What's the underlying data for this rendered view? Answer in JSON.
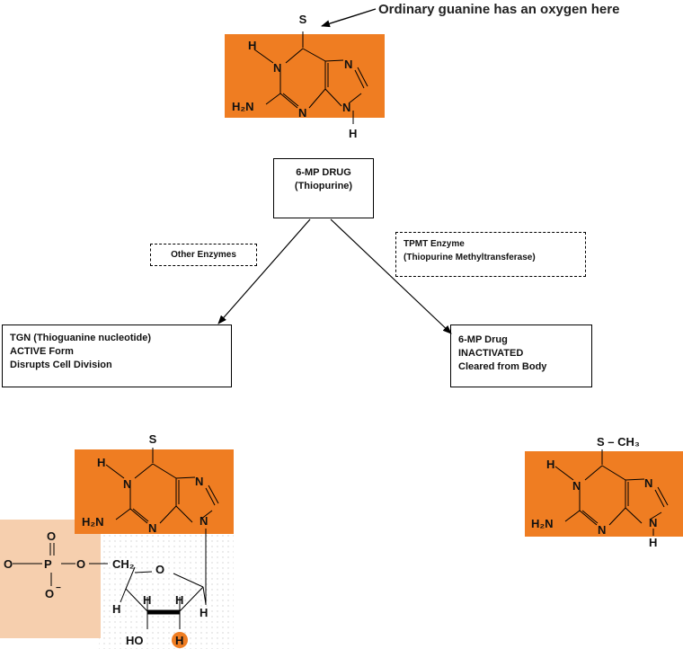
{
  "callout": "Ordinary guanine has an oxygen here",
  "colors": {
    "orange": "#ef7d22",
    "phosphate": "#f6cfae",
    "text": "#111111"
  },
  "top_molecule": {
    "substituent": "S",
    "labels": {
      "h1": "H",
      "n1": "N",
      "nh2": "H₂N",
      "n3": "N",
      "n7": "N",
      "n9": "N",
      "h9": "H"
    }
  },
  "drug": {
    "line1": "6-MP DRUG",
    "line2": "(Thiopurine)"
  },
  "other_enzymes": "Other Enzymes",
  "tpmt": {
    "line1": "TPMT Enzyme",
    "line2": "(Thiopurine Methyltransferase)"
  },
  "tgn": {
    "line1": "TGN (Thioguanine nucleotide)",
    "line2": "ACTIVE Form",
    "line3": "Disrupts Cell Division"
  },
  "inactive": {
    "line1": "6-MP Drug",
    "line2": "INACTIVATED",
    "line3": "Cleared from Body"
  },
  "nucleotide": {
    "substituent": "S",
    "labels": {
      "h1": "H",
      "n1": "N",
      "nh2": "H₂N",
      "n3": "N",
      "n7": "N",
      "n9": "N"
    },
    "phosphate": {
      "o_left": "O",
      "p": "P",
      "o_top": "O",
      "o_bottom": "O",
      "o_right": "O"
    },
    "sugar": {
      "ch2": "CH₂",
      "o_ring": "O",
      "h_left": "H",
      "h_mid1": "H",
      "h_mid2": "H",
      "h_right": "H",
      "ho": "HO",
      "h_highlight": "H"
    }
  },
  "methyl_molecule": {
    "substituent": "S – CH₃",
    "labels": {
      "h1": "H",
      "n1": "N",
      "nh2": "H₂N",
      "n3": "N",
      "n7": "N",
      "n9": "N",
      "h9": "H"
    }
  }
}
